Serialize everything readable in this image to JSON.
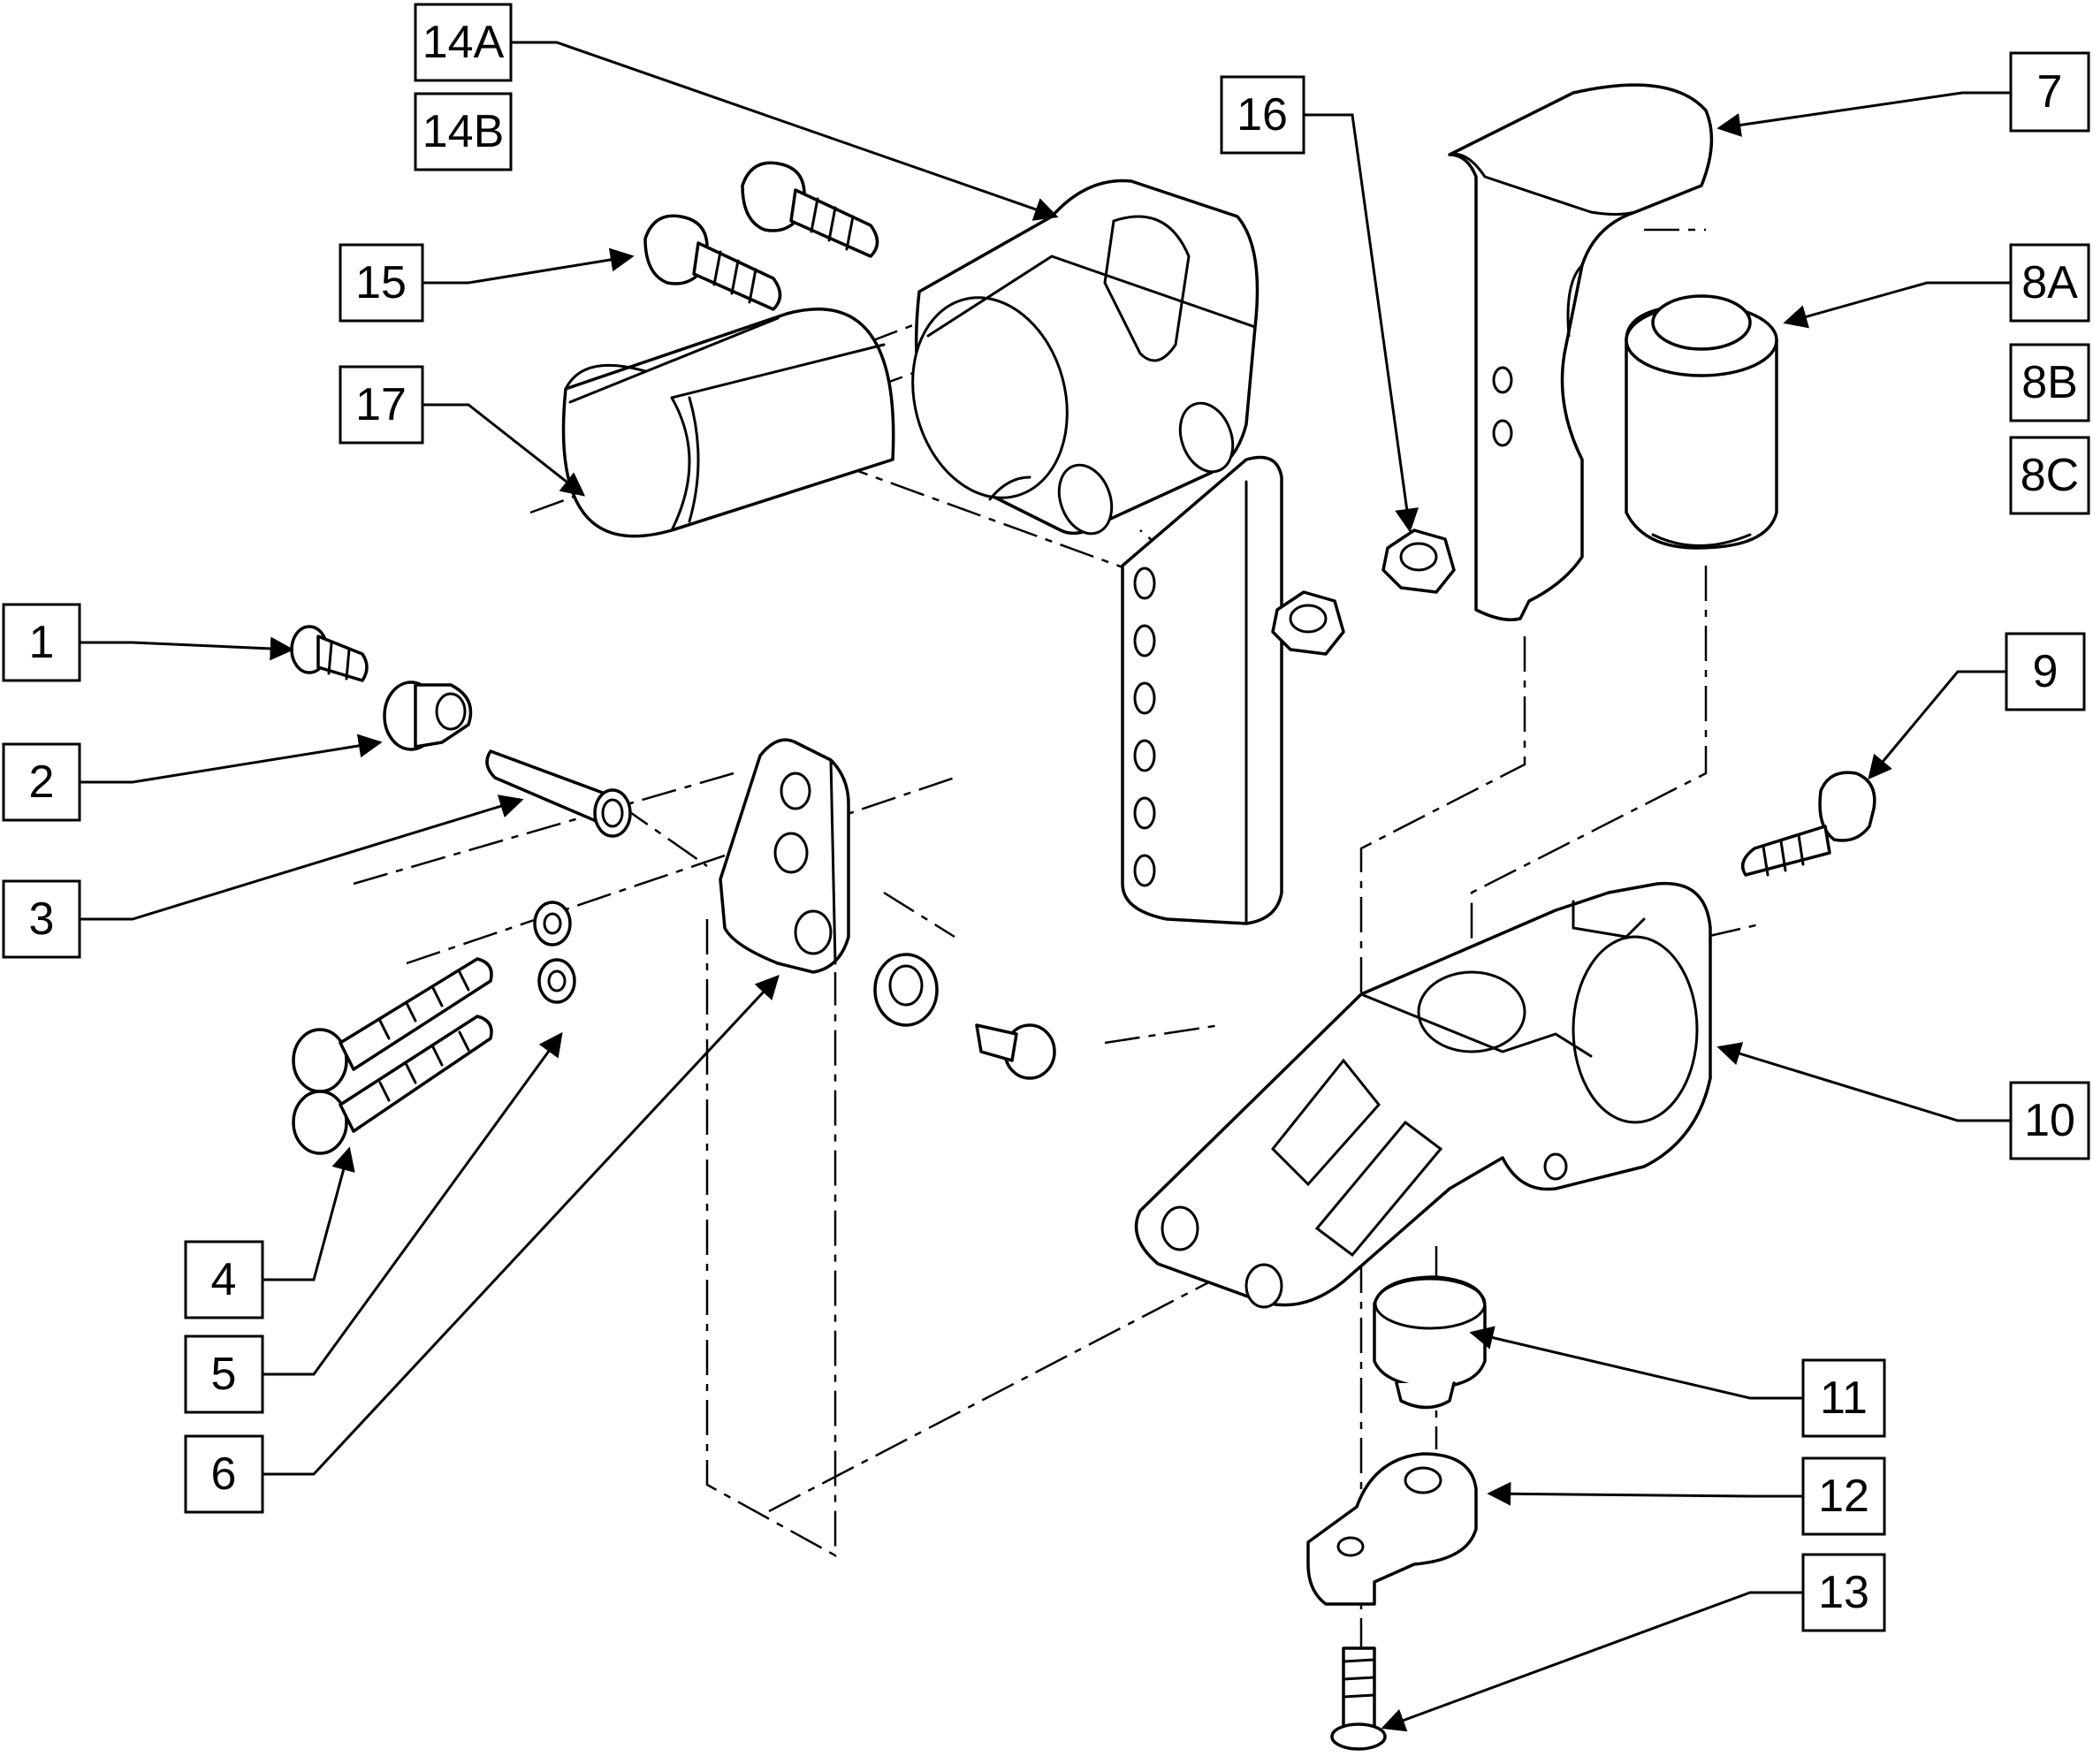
{
  "callouts": {
    "c1": "1",
    "c2": "2",
    "c3": "3",
    "c4": "4",
    "c5": "5",
    "c6": "6",
    "c7": "7",
    "c8a": "8A",
    "c8b": "8B",
    "c8c": "8C",
    "c9": "9",
    "c10": "10",
    "c11": "11",
    "c12": "12",
    "c13": "13",
    "c14a": "14A",
    "c14b": "14B",
    "c15": "15",
    "c16": "16",
    "c17": "17"
  }
}
